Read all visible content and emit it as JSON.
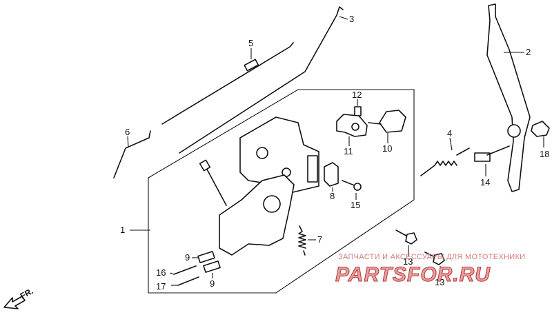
{
  "callouts": [
    "1",
    "2",
    "3",
    "4",
    "5",
    "6",
    "7",
    "8",
    "9",
    "9",
    "10",
    "11",
    "12",
    "13",
    "13",
    "14",
    "15",
    "16",
    "17",
    "18"
  ],
  "direction_label": "FR.",
  "watermark": {
    "line1": "ЗАПЧАСТИ И АКСЕССУАРЫ ДЛЯ МОТОТЕХНИКИ",
    "brand": "PARTSFOR.RU"
  },
  "colors": {
    "lines": "#111111",
    "watermark": "#d97a7a"
  }
}
